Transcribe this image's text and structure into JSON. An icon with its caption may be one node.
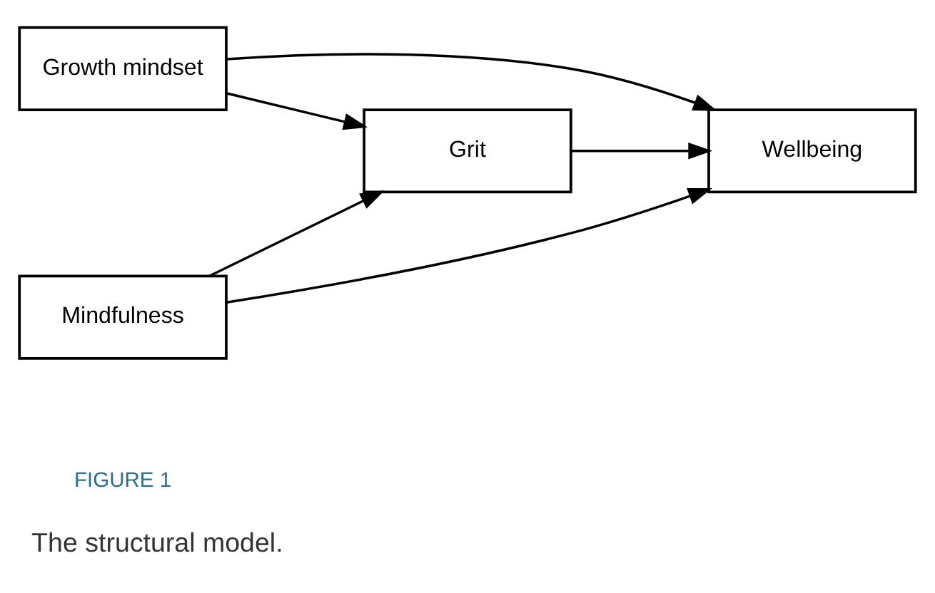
{
  "diagram": {
    "caption": "The structural model.",
    "nodes": [
      {
        "text": [
          "Growth mindset"
        ]
      },
      {
        "text": [
          "Grit"
        ]
      },
      {
        "text": [
          "Wellbeing"
        ]
      },
      {
        "text": [
          "Mindfulness"
        ]
      }
    ],
    "edges": [
      {
        "from": 0,
        "to": 1,
        "arrow": "to"
      },
      {
        "from": 0,
        "to": 2,
        "arrow": "to"
      },
      {
        "from": 3,
        "to": 1,
        "arrow": "to"
      },
      {
        "from": 1,
        "to": 2,
        "arrow": "to"
      },
      {
        "from": 3,
        "to": 2,
        "arrow": "to"
      }
    ],
    "labels": [
      "FIGURE 1"
    ]
  }
}
